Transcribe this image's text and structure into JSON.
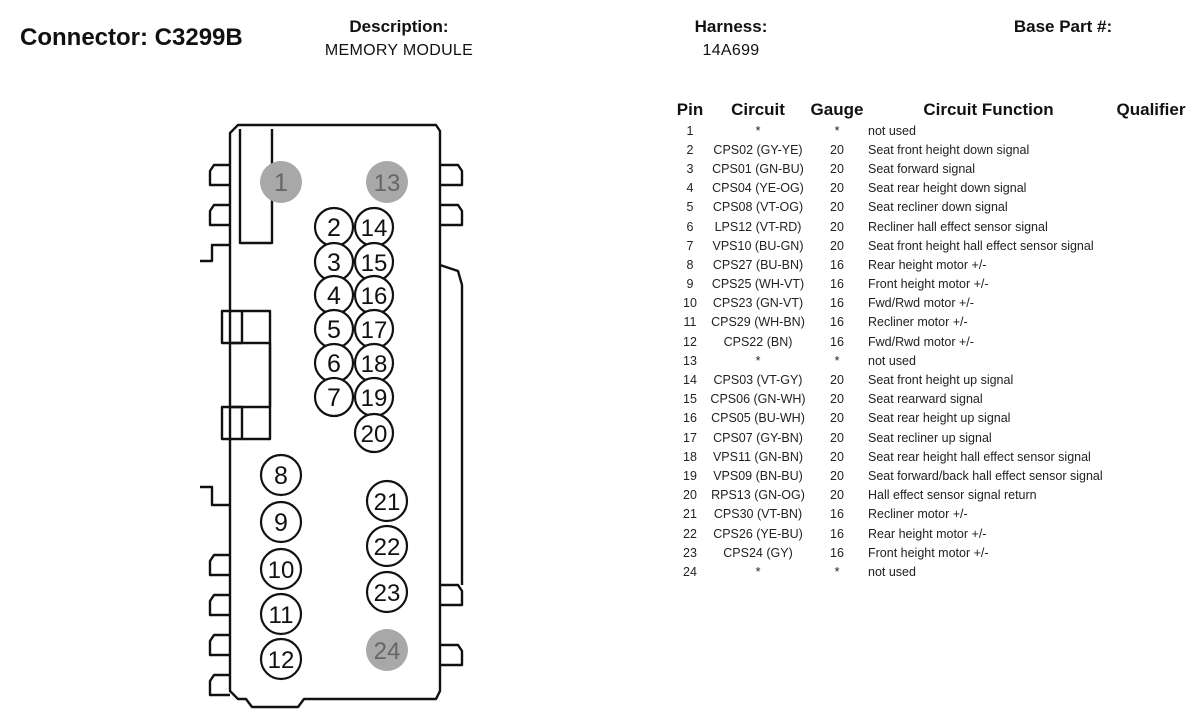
{
  "header": {
    "connector_label": "Connector: C3299B",
    "description_label": "Description:",
    "description_value": "MEMORY MODULE",
    "harness_label": "Harness:",
    "harness_value": "14A699",
    "base_part_label": "Base Part #:",
    "base_part_value": ""
  },
  "table": {
    "headers": [
      "Pin",
      "Circuit",
      "Gauge",
      "Circuit Function",
      "Qualifier"
    ],
    "rows": [
      {
        "pin": "1",
        "circuit": "*",
        "gauge": "*",
        "function": "not used"
      },
      {
        "pin": "2",
        "circuit": "CPS02 (GY-YE)",
        "gauge": "20",
        "function": "Seat front height down signal"
      },
      {
        "pin": "3",
        "circuit": "CPS01 (GN-BU)",
        "gauge": "20",
        "function": "Seat forward signal"
      },
      {
        "pin": "4",
        "circuit": "CPS04 (YE-OG)",
        "gauge": "20",
        "function": "Seat rear height down signal"
      },
      {
        "pin": "5",
        "circuit": "CPS08 (VT-OG)",
        "gauge": "20",
        "function": "Seat recliner down signal"
      },
      {
        "pin": "6",
        "circuit": "LPS12 (VT-RD)",
        "gauge": "20",
        "function": "Recliner hall effect sensor signal"
      },
      {
        "pin": "7",
        "circuit": "VPS10 (BU-GN)",
        "gauge": "20",
        "function": "Seat front height hall effect sensor signal"
      },
      {
        "pin": "8",
        "circuit": "CPS27 (BU-BN)",
        "gauge": "16",
        "function": "Rear height motor +/-"
      },
      {
        "pin": "9",
        "circuit": "CPS25 (WH-VT)",
        "gauge": "16",
        "function": "Front height motor +/-"
      },
      {
        "pin": "10",
        "circuit": "CPS23 (GN-VT)",
        "gauge": "16",
        "function": "Fwd/Rwd motor +/-"
      },
      {
        "pin": "11",
        "circuit": "CPS29 (WH-BN)",
        "gauge": "16",
        "function": "Recliner motor +/-"
      },
      {
        "pin": "12",
        "circuit": "CPS22 (BN)",
        "gauge": "16",
        "function": "Fwd/Rwd motor +/-"
      },
      {
        "pin": "13",
        "circuit": "*",
        "gauge": "*",
        "function": "not used"
      },
      {
        "pin": "14",
        "circuit": "CPS03 (VT-GY)",
        "gauge": "20",
        "function": "Seat front height up signal"
      },
      {
        "pin": "15",
        "circuit": "CPS06 (GN-WH)",
        "gauge": "20",
        "function": "Seat rearward signal"
      },
      {
        "pin": "16",
        "circuit": "CPS05 (BU-WH)",
        "gauge": "20",
        "function": "Seat rear height up signal"
      },
      {
        "pin": "17",
        "circuit": "CPS07 (GY-BN)",
        "gauge": "20",
        "function": "Seat recliner up signal"
      },
      {
        "pin": "18",
        "circuit": "VPS11 (GN-BN)",
        "gauge": "20",
        "function": "Seat rear height hall effect sensor signal"
      },
      {
        "pin": "19",
        "circuit": "VPS09 (BN-BU)",
        "gauge": "20",
        "function": "Seat forward/back hall effect sensor signal"
      },
      {
        "pin": "20",
        "circuit": "RPS13 (GN-OG)",
        "gauge": "20",
        "function": "Hall effect sensor signal return"
      },
      {
        "pin": "21",
        "circuit": "CPS30 (VT-BN)",
        "gauge": "16",
        "function": "Recliner motor +/-"
      },
      {
        "pin": "22",
        "circuit": "CPS26 (YE-BU)",
        "gauge": "16",
        "function": "Rear height motor +/-"
      },
      {
        "pin": "23",
        "circuit": "CPS24 (GY)",
        "gauge": "16",
        "function": "Front height motor +/-"
      },
      {
        "pin": "24",
        "circuit": "*",
        "gauge": "*",
        "function": "not used"
      }
    ]
  },
  "diagram": {
    "pins": [
      {
        "label": "1",
        "used": false
      },
      {
        "label": "2",
        "used": true
      },
      {
        "label": "3",
        "used": true
      },
      {
        "label": "4",
        "used": true
      },
      {
        "label": "5",
        "used": true
      },
      {
        "label": "6",
        "used": true
      },
      {
        "label": "7",
        "used": true
      },
      {
        "label": "8",
        "used": true
      },
      {
        "label": "9",
        "used": true
      },
      {
        "label": "10",
        "used": true
      },
      {
        "label": "11",
        "used": true
      },
      {
        "label": "12",
        "used": true
      },
      {
        "label": "13",
        "used": false
      },
      {
        "label": "14",
        "used": true
      },
      {
        "label": "15",
        "used": true
      },
      {
        "label": "16",
        "used": true
      },
      {
        "label": "17",
        "used": true
      },
      {
        "label": "18",
        "used": true
      },
      {
        "label": "19",
        "used": true
      },
      {
        "label": "20",
        "used": true
      },
      {
        "label": "21",
        "used": true
      },
      {
        "label": "22",
        "used": true
      },
      {
        "label": "23",
        "used": true
      },
      {
        "label": "24",
        "used": false
      }
    ],
    "colors": {
      "outline": "#111111",
      "unused_fill": "#a8a8a8",
      "unused_text": "#666666"
    }
  }
}
